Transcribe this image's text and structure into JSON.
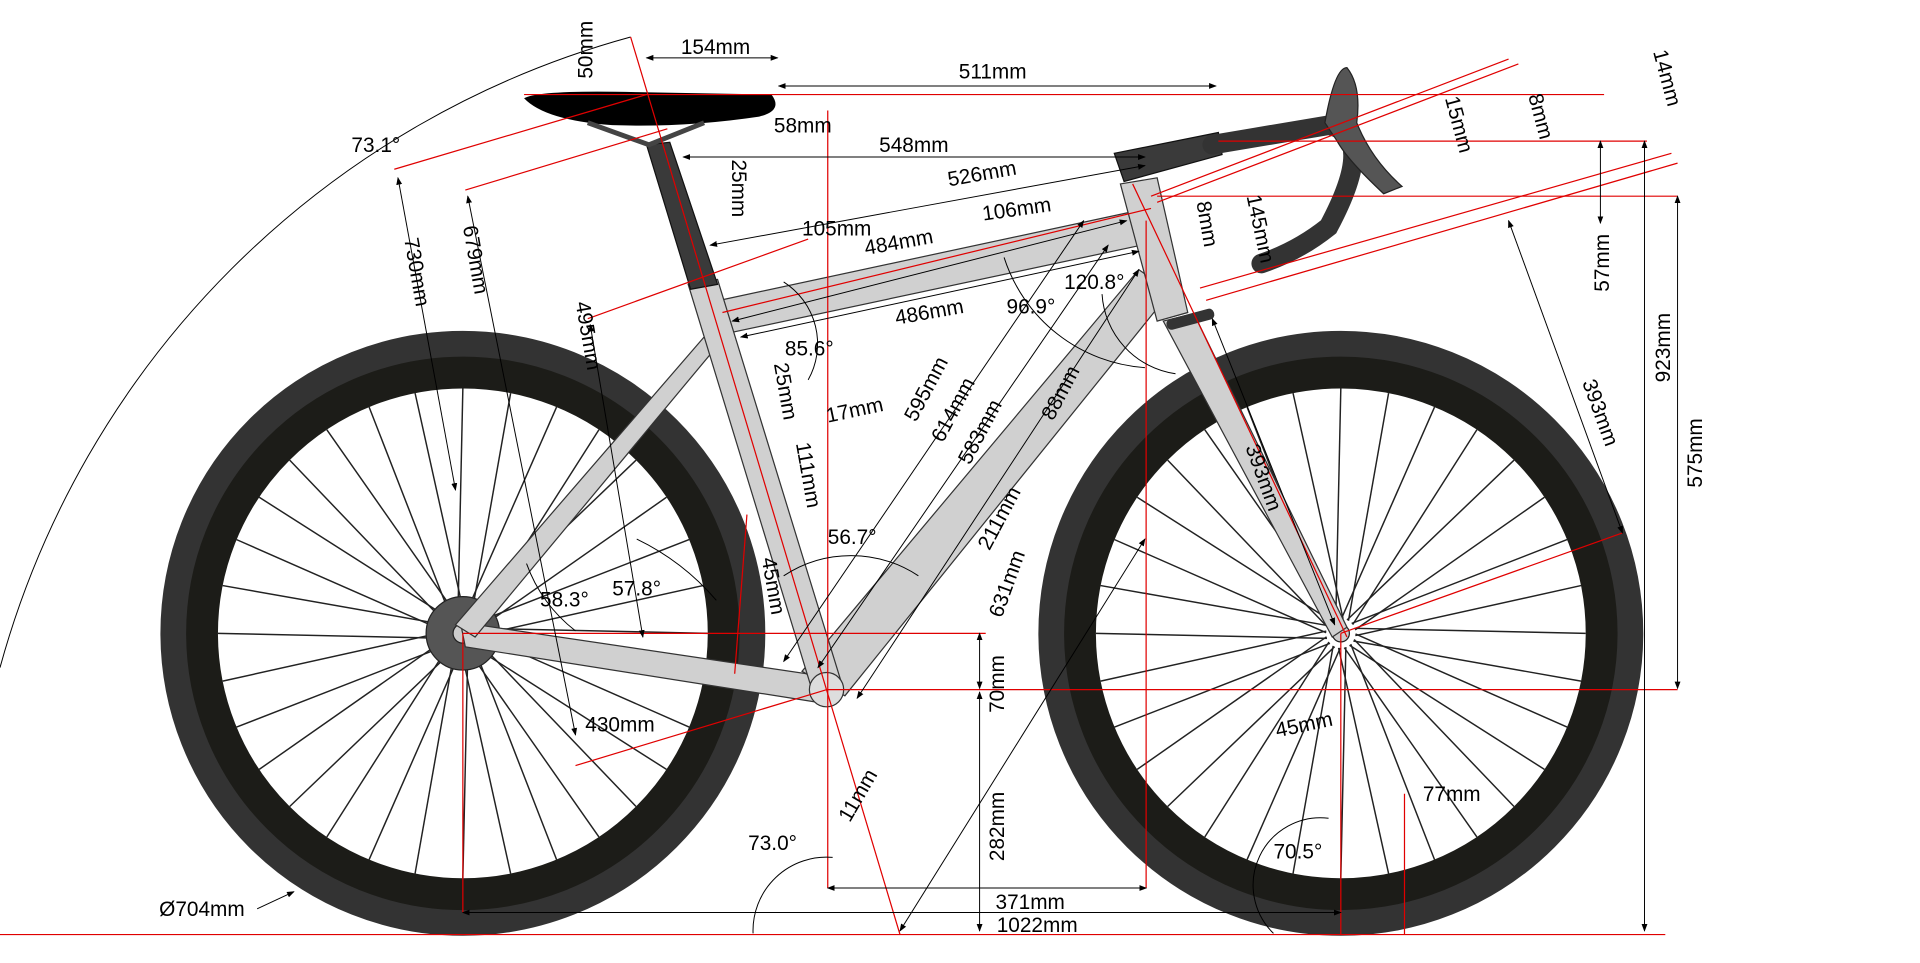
{
  "diagram": {
    "title": "Bicycle frame geometry",
    "colors": {
      "construction": "#e00000",
      "frame": "#d0d0d0",
      "tyre": "#333333",
      "dimension": "#000000"
    },
    "labels": {
      "saddle_setback_vertical": "50mm",
      "saddle_length": "154mm",
      "saddle_to_bar_reach": "511mm",
      "saddle_nose_offset": "58mm",
      "seat_angle_arc": "73.1°",
      "effective_top_tube": "548mm",
      "reach_to_bar": "526mm",
      "seat_clamp_offset": "25mm",
      "top_tube_offset": "105mm",
      "top_tube_length": "484mm",
      "head_tube_offset": "106mm",
      "headset_upper": "8mm",
      "head_tube_length": "145mm",
      "stem_15": "15mm",
      "stem_8": "8mm",
      "bar_14": "14mm",
      "bar_drop": "57mm",
      "stack_to_bar": "923mm",
      "stack": "575mm",
      "fork_length_393_right": "393mm",
      "saddle_height_730": "730mm",
      "seat_tube_679": "679mm",
      "seat_tube_495": "495mm",
      "top_tube_486": "486mm",
      "head_angle_96": "96.9°",
      "head_angle_120": "120.8°",
      "seat_tube_angle_85": "85.6°",
      "seat_tube_25": "25mm",
      "seat_tube_17": "17mm",
      "down_tube_595": "595mm",
      "down_tube_614": "614mm",
      "down_tube_583": "583mm",
      "down_tube_88": "88mm",
      "fork_393": "393mm",
      "seat_tube_111": "111mm",
      "angle_56": "56.7°",
      "down_tube_211": "211mm",
      "seat_tube_45": "45mm",
      "stay_angle_58": "58.3°",
      "stay_angle_57": "57.8°",
      "front_center_631": "631mm",
      "bb_drop": "70mm",
      "chainstay": "430mm",
      "bb_11": "11mm",
      "fork_offset_45": "45mm",
      "trail_77": "77mm",
      "bb_height": "282mm",
      "seat_angle_73": "73.0°",
      "head_angle_70": "70.5°",
      "bb_to_front_371": "371mm",
      "wheelbase": "1022mm",
      "wheel_diameter": "Ø704mm"
    }
  }
}
